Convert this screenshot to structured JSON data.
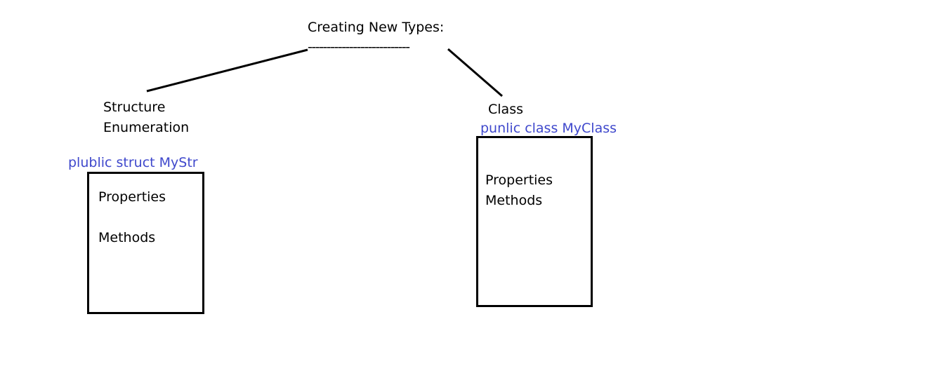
{
  "title": "Creating New Types:",
  "underline": "---------------------------",
  "left": {
    "labels": [
      "Structure",
      "Enumeration"
    ],
    "code": "plublic struct MyStr",
    "members": [
      "Properties",
      "Methods"
    ]
  },
  "right": {
    "label": "Class",
    "code": "punlic class MyClass",
    "members": [
      "Properties",
      "Methods"
    ]
  },
  "colors": {
    "text": "#000000",
    "code": "#3f48cc",
    "lines": "#000000"
  }
}
